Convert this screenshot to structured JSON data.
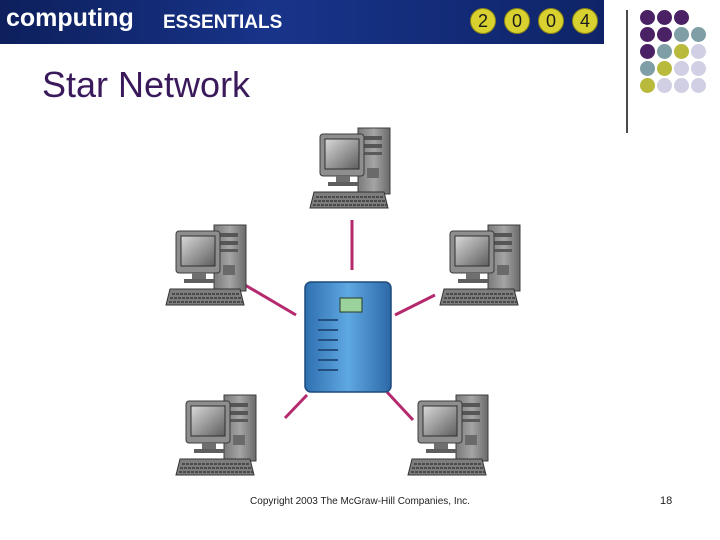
{
  "header": {
    "brand": "computing",
    "product": "ESSENTIALS",
    "year_digits": [
      "2",
      "0",
      "0",
      "4"
    ]
  },
  "decoration": {
    "dot_colors": [
      "#4b2165",
      "#4b2165",
      "#4b2165",
      "",
      "#4b2165",
      "#4b2165",
      "#7f9ea6",
      "#7f9ea6",
      "#4b2165",
      "#7f9ea6",
      "#b9b93c",
      "#d0cfe3",
      "#7f9ea6",
      "#b9b93c",
      "#d0cfe3",
      "#d0cfe3",
      "#b9b93c",
      "#d0cfe3",
      "#d0cfe3",
      "#d0cfe3"
    ]
  },
  "slide": {
    "title": "Star Network"
  },
  "diagram": {
    "hub": "server",
    "nodes": [
      "top",
      "upper-left",
      "upper-right",
      "lower-left",
      "lower-right"
    ],
    "link_color": "#b52a6e",
    "server_color": "#4a96d6"
  },
  "footer": {
    "copyright": "Copyright 2003 The McGraw-Hill Companies, Inc.",
    "page_number": "18"
  }
}
